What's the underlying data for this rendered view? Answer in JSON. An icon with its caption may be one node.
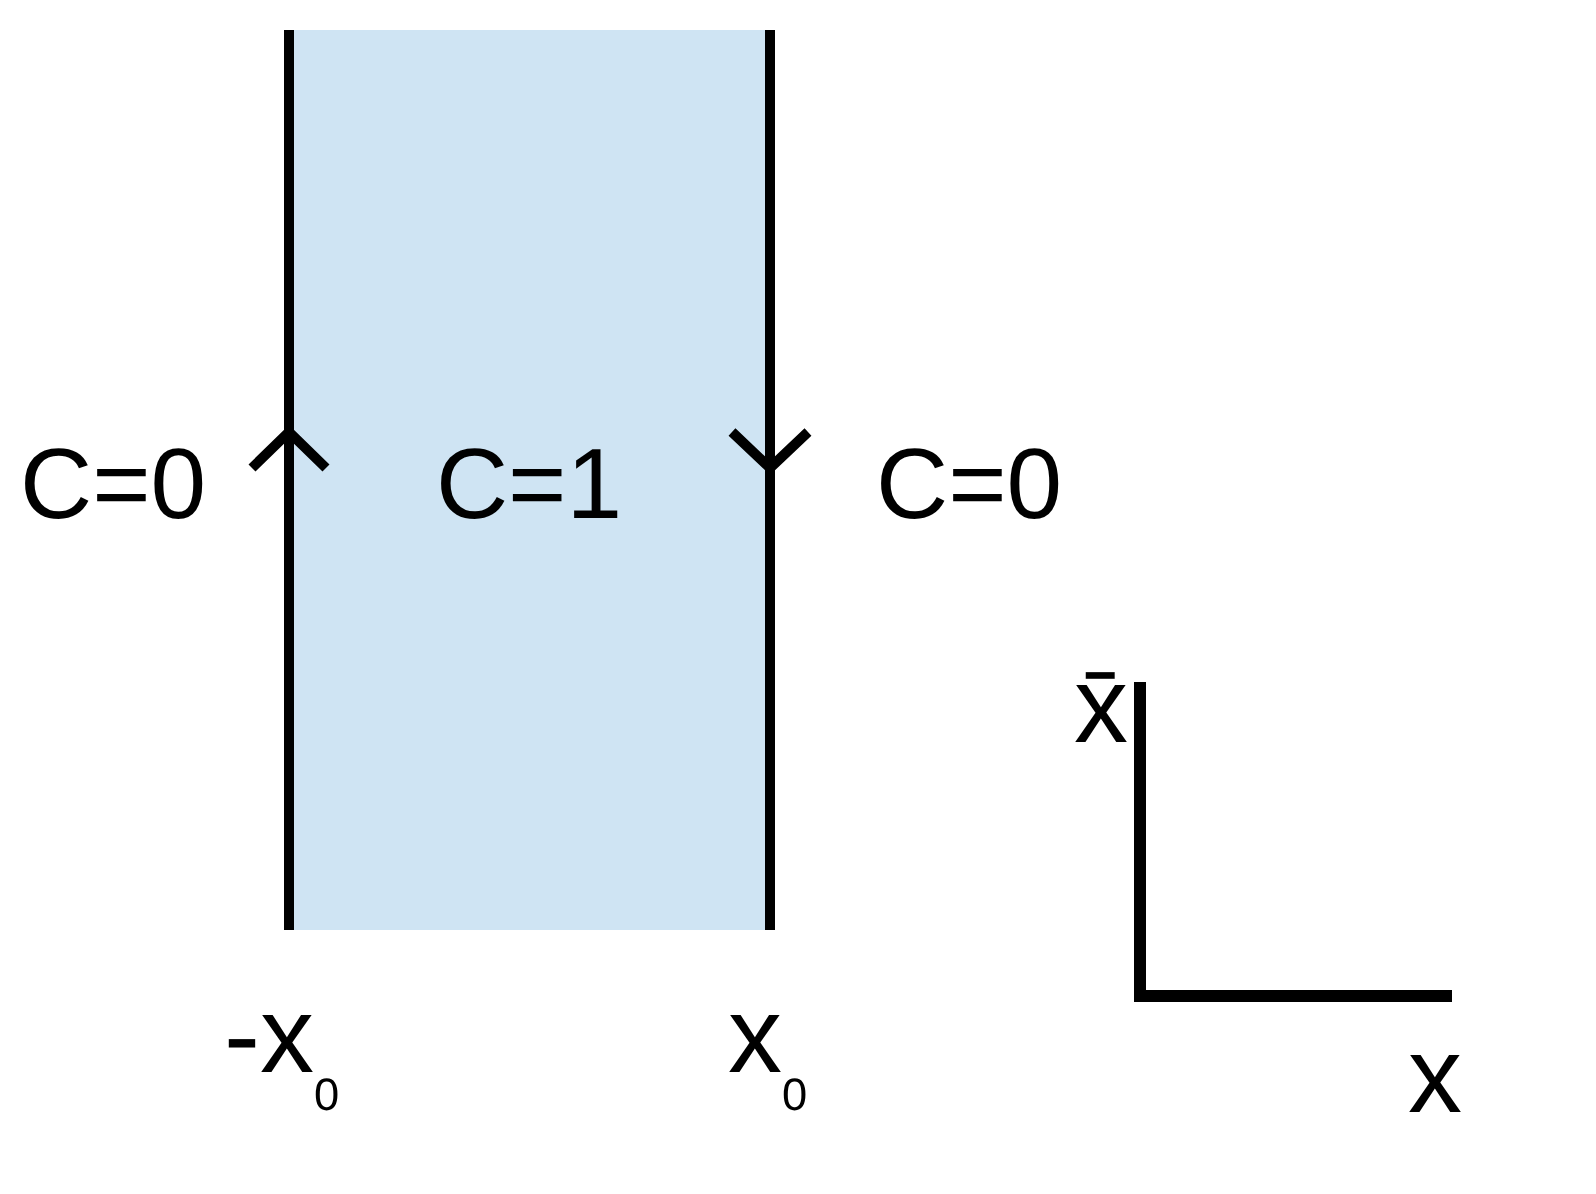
{
  "diagram": {
    "nodes": [
      {
        "text": [
          "C=1"
        ]
      }
    ],
    "labels": [
      "C=0",
      "C=0",
      "x̄",
      "-x$_{0}$",
      "x$_{0}$",
      "x"
    ]
  }
}
